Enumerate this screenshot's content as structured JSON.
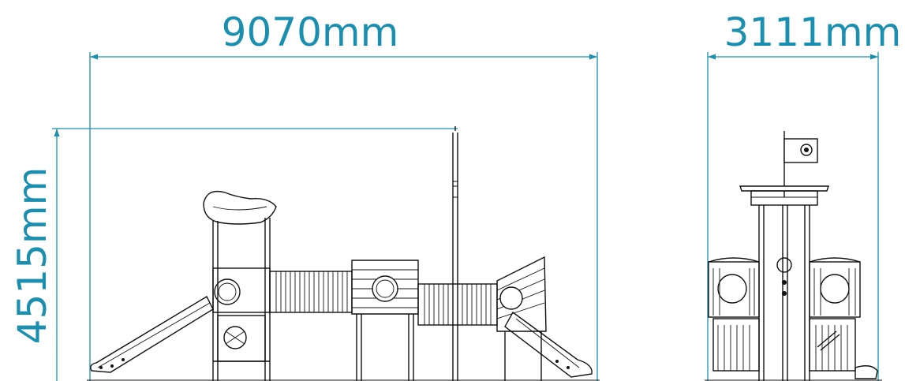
{
  "dimensions": {
    "side_width": "9070mm",
    "end_width": "3111mm",
    "height": "4515mm"
  },
  "colors": {
    "dimension": "#1a8fb0",
    "linework": "#111111",
    "background": "#ffffff"
  }
}
